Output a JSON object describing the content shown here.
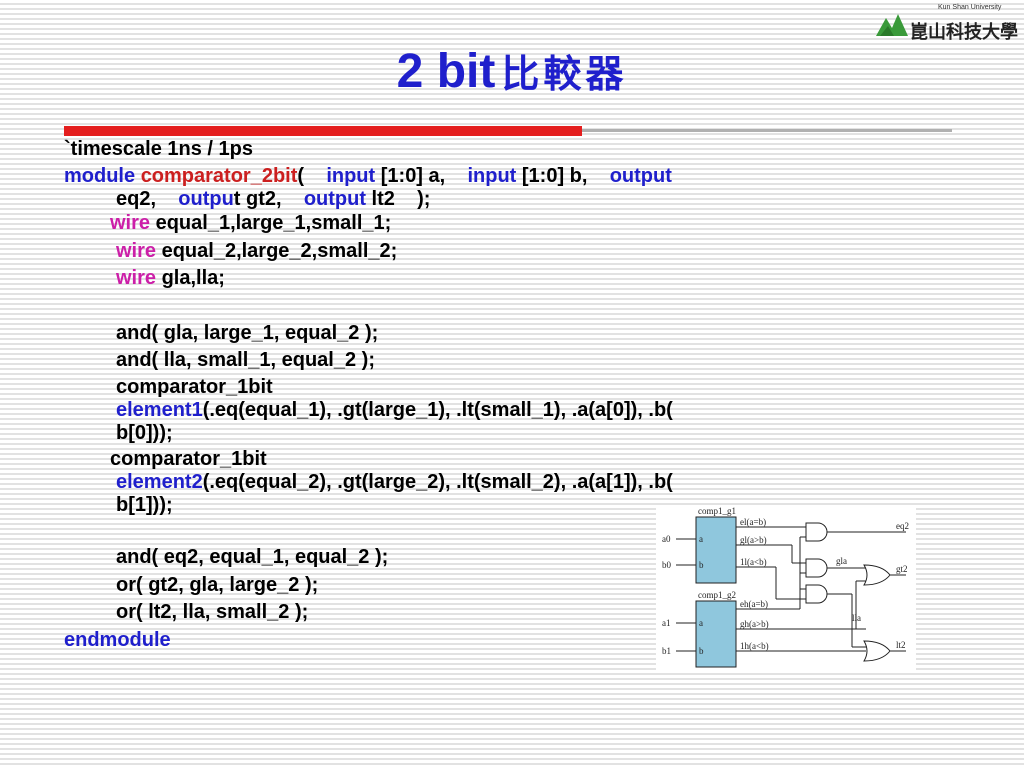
{
  "title": {
    "main": "2 bit",
    "cjk": "比較器"
  },
  "logo": {
    "english": "Kun Shan University",
    "chinese": "崑山科技大學"
  },
  "colors": {
    "title": "#1f1fcc",
    "keyword": "#1f1fcc",
    "wire_keyword": "#cc1fa8",
    "module_name": "#cc1f1f",
    "rule": "#e41e1e"
  },
  "code": {
    "timescale": "`timescale 1ns / 1ps",
    "module_kw": "module",
    "module_name": "comparator_2bit",
    "paren_open": "(",
    "input_kw": "input",
    "port_a": " [1:0] a,",
    "input_kw2": "input",
    "port_b": " [1:0] b,",
    "output_kw": "output",
    "port_eq2": "eq2,",
    "output_partial": "outpu",
    "port_gt2": "t gt2,",
    "output_kw3": "output",
    "port_lt2": " lt2",
    "port_close": ");",
    "wire_kw": "wire",
    "wire1": " equal_1,large_1,small_1;",
    "wire2": " equal_2,large_2,small_2;",
    "wire3": " gla,lla;",
    "and1": "and( gla, large_1, equal_2 );",
    "and2": "and( lla, small_1, equal_2 );",
    "comp1_type": "comparator_1bit",
    "comp1_inst": "element1",
    "comp1_ports": "(.eq(equal_1), .gt(large_1), .lt(small_1), .a(a[0]), .b(",
    "comp1_tail": "b[0]));",
    "comp2_type": "comparator_1bit",
    "comp2_inst": "element2",
    "comp2_ports": "(.eq(equal_2), .gt(large_2), .lt(small_2), .a(a[1]), .b(",
    "comp2_tail": "b[1]));",
    "and3": "and( eq2, equal_1, equal_2 );",
    "or1": "or( gt2, gla, large_2 );",
    "or2": "or( lt2, lla, small_2 );",
    "endmodule": "endmodule"
  },
  "diagram": {
    "block1_label": "comp1_g1",
    "block2_label": "comp1_g2",
    "in_a0": "a0",
    "in_b0": "b0",
    "in_a1": "a1",
    "in_b1": "b1",
    "port_a": "a",
    "port_b": "b",
    "b1_out1": "el(a=b)",
    "b1_out2": "gl(a>b)",
    "b1_out3": "1l(a<b)",
    "b2_out1": "eh(a=b)",
    "b2_out2": "gh(a>b)",
    "b2_out3": "1h(a<b)",
    "sig_gla": "gla",
    "sig_lla": "lla",
    "out_eq2": "eq2",
    "out_gt2": "gt2",
    "out_lt2": "lt2"
  }
}
